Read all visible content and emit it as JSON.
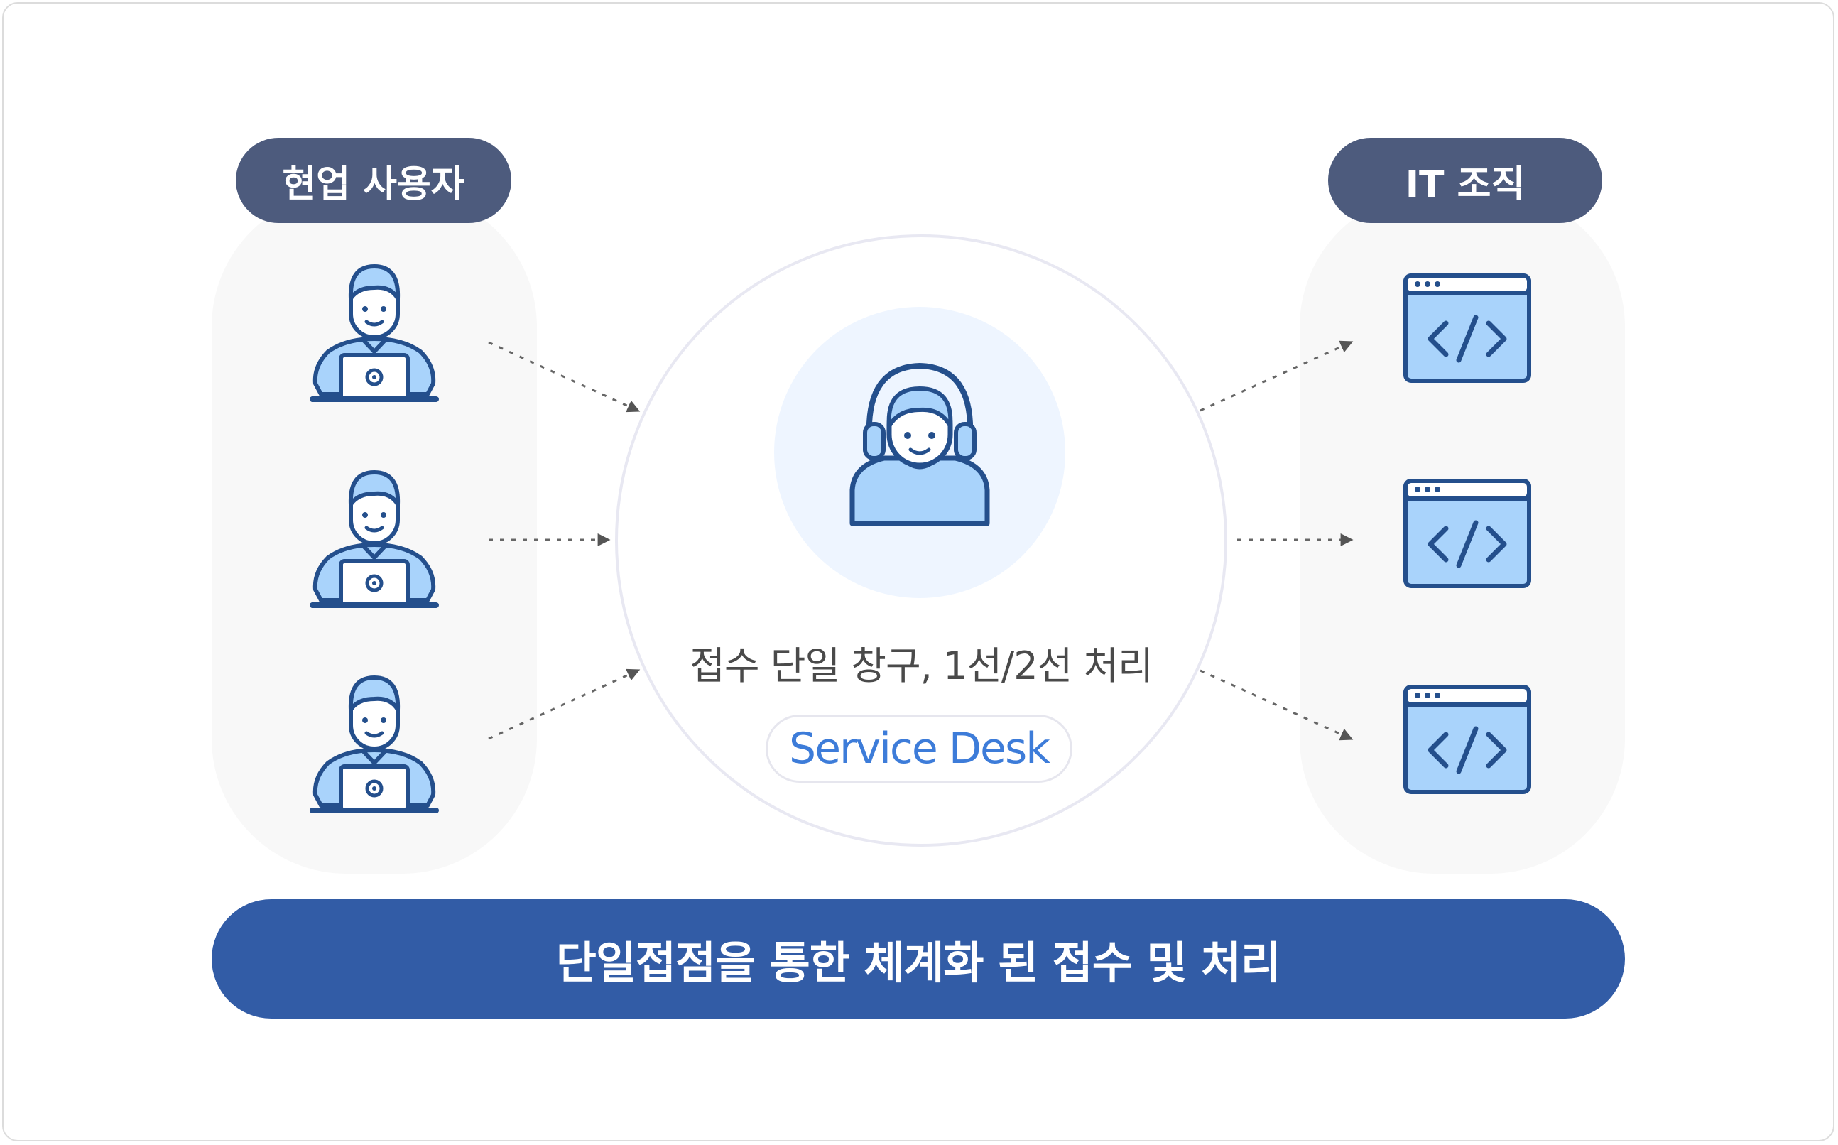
{
  "left_group": {
    "label": "현업 사용자",
    "items": [
      "user-with-laptop-icon",
      "user-with-laptop-icon",
      "user-with-laptop-icon"
    ]
  },
  "right_group": {
    "label": "IT 조직",
    "items": [
      "code-window-icon",
      "code-window-icon",
      "code-window-icon"
    ]
  },
  "center": {
    "icon": "headset-agent-icon",
    "caption": "접수 단일 창구, 1선/2선 처리",
    "badge": "Service Desk"
  },
  "footer": {
    "banner": "단일접점을 통한 체계화 된 접수 및 처리"
  },
  "colors": {
    "pill": "#4d5b7d",
    "banner": "#325ca6",
    "accent_text": "#3d7cd9",
    "icon_fill": "#a9d3fb",
    "icon_stroke": "#244f8c"
  }
}
